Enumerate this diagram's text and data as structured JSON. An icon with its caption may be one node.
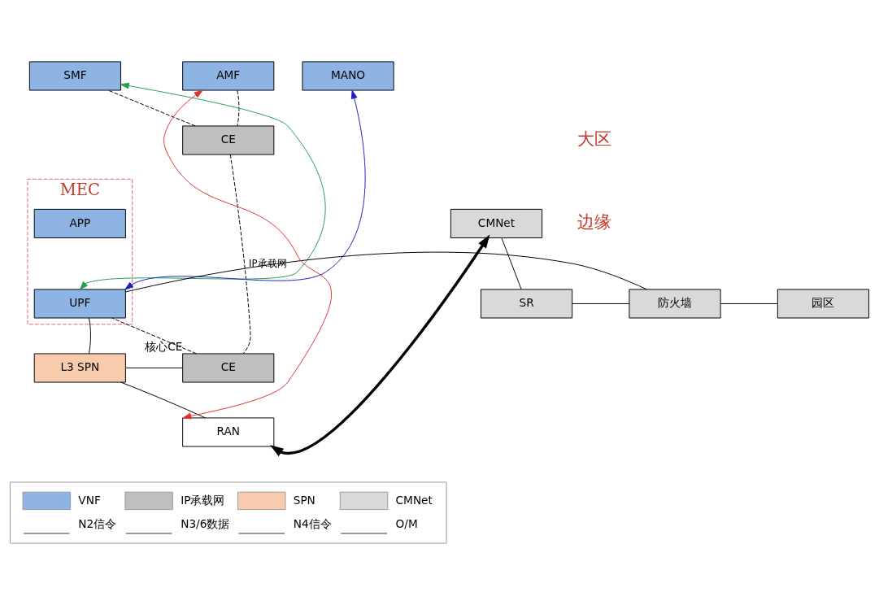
{
  "diagram": {
    "nodes": [
      {
        "text": [
          "AMF"
        ]
      },
      {
        "text": [
          "SMF"
        ]
      },
      {
        "text": [
          "MANO"
        ]
      },
      {
        "text": [
          "CE"
        ]
      },
      {
        "text": [
          "CE"
        ],
        "beside": [
          "核心CE"
        ]
      },
      {
        "text": [
          "MEC"
        ]
      },
      {
        "text": [
          "APP"
        ],
        "in": 5
      },
      {
        "text": [
          "UPF"
        ],
        "in": 5
      },
      {
        "text": [
          "L3 SPN"
        ]
      },
      {
        "text": [
          "RAN"
        ]
      },
      {
        "text": [
          "防火墙"
        ]
      },
      {
        "text": [
          "SR"
        ]
      },
      {
        "text": [
          "CMNet"
        ]
      },
      {
        "text": [
          "园区"
        ]
      }
    ],
    "edges": [
      {
        "from": 0,
        "to": 3,
        "arrow": "none",
        "style": "dashed"
      },
      {
        "from": 3,
        "to": 1,
        "arrow": "none",
        "style": "dashed"
      },
      {
        "from": 3,
        "to": 4,
        "arrow": "none",
        "style": "dashed",
        "label": "IP承载网"
      },
      {
        "from": 4,
        "to": 7,
        "arrow": "none",
        "style": "dashed"
      },
      {
        "from": 4,
        "to": 8,
        "arrow": "none"
      },
      {
        "from": 8,
        "to": 9,
        "arrow": "none"
      },
      {
        "from": 7,
        "to": 8,
        "arrow": "none"
      },
      {
        "from": 7,
        "to": 10,
        "arrow": "none"
      },
      {
        "from": 10,
        "to": 11,
        "arrow": "none"
      },
      {
        "from": 11,
        "to": 12,
        "arrow": "none"
      },
      {
        "from": 10,
        "to": 13,
        "arrow": "none"
      },
      {
        "from": 9,
        "to": 0,
        "arrow": "both",
        "color": "#e03030"
      },
      {
        "from": 7,
        "to": 1,
        "arrow": "both",
        "color": "#20a050"
      },
      {
        "from": 7,
        "to": 2,
        "arrow": "both",
        "color": "#2020c0"
      },
      {
        "from": 9,
        "to": 12,
        "arrow": "both",
        "style": "thick"
      }
    ],
    "labels": [
      "大区",
      "边缘"
    ],
    "legend": [
      {
        "text": "VNF",
        "color": "#8db4e2"
      },
      {
        "text": "IP承载网",
        "color": "#bfbfbf"
      },
      {
        "text": "SPN",
        "color": "#f8cbad"
      },
      {
        "text": "CMNet",
        "color": "#d9d9d9"
      },
      {
        "text": "N2信令"
      },
      {
        "text": "N3/6数据"
      },
      {
        "text": "N4信令"
      },
      {
        "text": "O/M"
      }
    ]
  }
}
